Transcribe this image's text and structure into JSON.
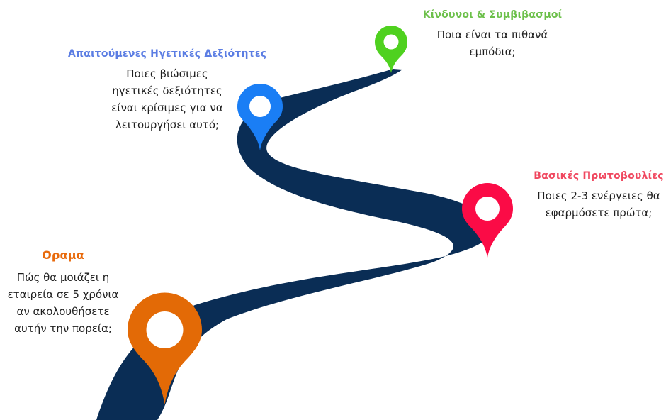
{
  "colors": {
    "road": "#0a2d55",
    "vision": "#e86a0c",
    "leadership": "#5b7de3",
    "risks": "#6cc04a",
    "initiatives": "#f0475f",
    "pin_vision": "#e36a06",
    "pin_leadership": "#1a7ef5",
    "pin_risks": "#4fd11f",
    "pin_initiatives": "#fb0b46",
    "pin_hole": "#ffffff"
  },
  "sections": {
    "vision": {
      "title": "Οραμα",
      "description": "Πώς θα μοιάζει η εταιρεία σε 5 χρόνια αν ακολουθήσετε αυτήν την πορεία;"
    },
    "leadership": {
      "title": "Απαιτούμενες Ηγετικές Δεξιότητες",
      "description": "Ποιες βιώσιμες ηγετικές δεξιότητες είναι κρίσιμες για να λειτουργήσει αυτό;"
    },
    "risks": {
      "title": "Κίνδυνοι & Συμβιβασμοί",
      "description": "Ποια είναι τα πιθανά εμπόδια;"
    },
    "initiatives": {
      "title": "Βασικές Πρωτοβουλίες",
      "description": "Ποιες 2-3 ενέργειες θα εφαρμόσετε πρώτα;"
    }
  }
}
